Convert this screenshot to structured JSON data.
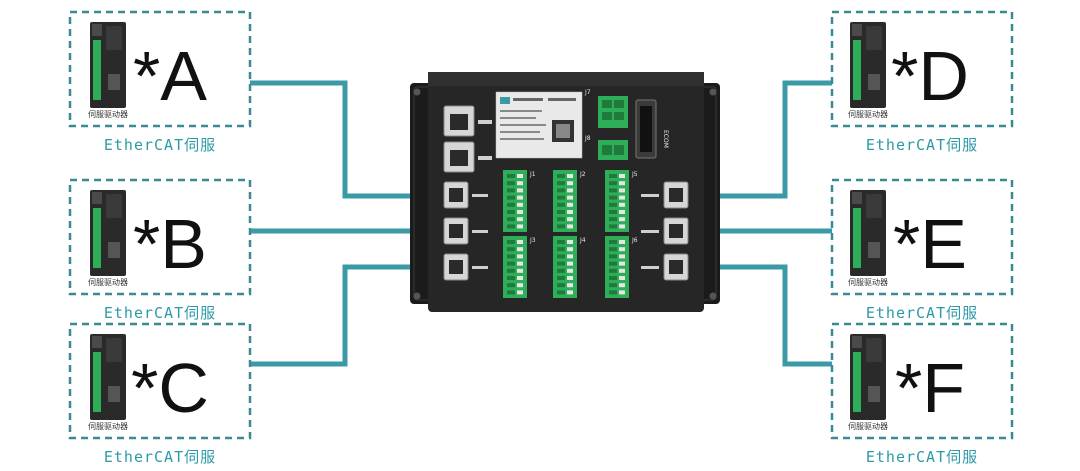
{
  "colors": {
    "cable": "#3a9aa6",
    "dashed_border": "#3a8a96",
    "caption": "#2e9aa6",
    "controller_body": "#222222",
    "terminal_green": "#2fae5a"
  },
  "servos": [
    {
      "id": "A",
      "mark": "*A",
      "caption": "EtherCAT伺服",
      "device_label": "伺服驱动器"
    },
    {
      "id": "B",
      "mark": "*B",
      "caption": "EtherCAT伺服",
      "device_label": "伺服驱动器"
    },
    {
      "id": "C",
      "mark": "*C",
      "caption": "EtherCAT伺服",
      "device_label": "伺服驱动器"
    },
    {
      "id": "D",
      "mark": "*D",
      "caption": "EtherCAT伺服",
      "device_label": "伺服驱动器"
    },
    {
      "id": "E",
      "mark": "*E",
      "caption": "EtherCAT伺服",
      "device_label": "伺服驱动器"
    },
    {
      "id": "F",
      "mark": "*F",
      "caption": "EtherCAT伺服",
      "device_label": "伺服驱动器"
    }
  ],
  "controller": {
    "connectors": [
      "J1",
      "J2",
      "J3",
      "J4",
      "J5",
      "J6",
      "J7",
      "J8"
    ],
    "side_label": "ECOM"
  }
}
